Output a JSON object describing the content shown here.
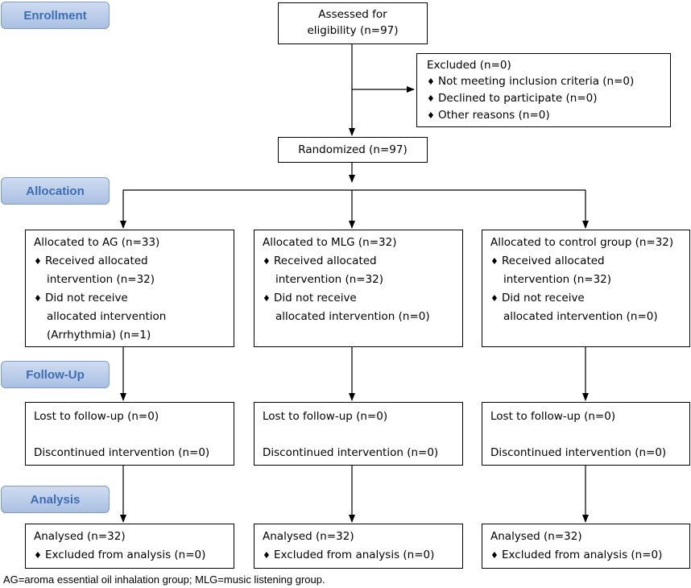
{
  "stages": {
    "enrollment": "Enrollment",
    "allocation": "Allocation",
    "followup": "Follow-Up",
    "analysis": "Analysis"
  },
  "assessed": {
    "line1": "Assessed for",
    "line2": "eligibility (n=97)"
  },
  "excluded": {
    "title": "Excluded (n=0)",
    "items": [
      "Not meeting inclusion criteria (n=0)",
      "Declined to participate (n=0)",
      "Other reasons (n=0)"
    ]
  },
  "randomized": "Randomized (n=97)",
  "allocation": [
    {
      "title": "Allocated to AG (n=33)",
      "received": [
        "Received allocated",
        "intervention (n=32)"
      ],
      "not_received": [
        "Did not receive",
        "allocated intervention",
        "(Arrhythmia) (n=1)"
      ]
    },
    {
      "title": "Allocated to MLG (n=32)",
      "received": [
        "Received allocated",
        "intervention (n=32)"
      ],
      "not_received": [
        "Did not receive",
        "allocated intervention (n=0)"
      ]
    },
    {
      "title": "Allocated to control group (n=32)",
      "received": [
        "Received allocated",
        "intervention (n=32)"
      ],
      "not_received": [
        "Did not receive",
        "allocated intervention (n=0)"
      ]
    }
  ],
  "followup": [
    {
      "lost": "Lost to follow-up (n=0)",
      "discontinued": "Discontinued intervention (n=0)"
    },
    {
      "lost": "Lost to follow-up (n=0)",
      "discontinued": "Discontinued intervention (n=0)"
    },
    {
      "lost": "Lost to follow-up (n=0)",
      "discontinued": "Discontinued intervention (n=0)"
    }
  ],
  "analysis": [
    {
      "analysed": "Analysed (n=32)",
      "excluded": "Excluded from analysis (n=0)"
    },
    {
      "analysed": "Analysed (n=32)",
      "excluded": "Excluded from analysis (n=0)"
    },
    {
      "analysed": "Analysed (n=32)",
      "excluded": "Excluded from analysis (n=0)"
    }
  ],
  "footnote": "AG=aroma essential oil inhalation group; MLG=music listening group."
}
